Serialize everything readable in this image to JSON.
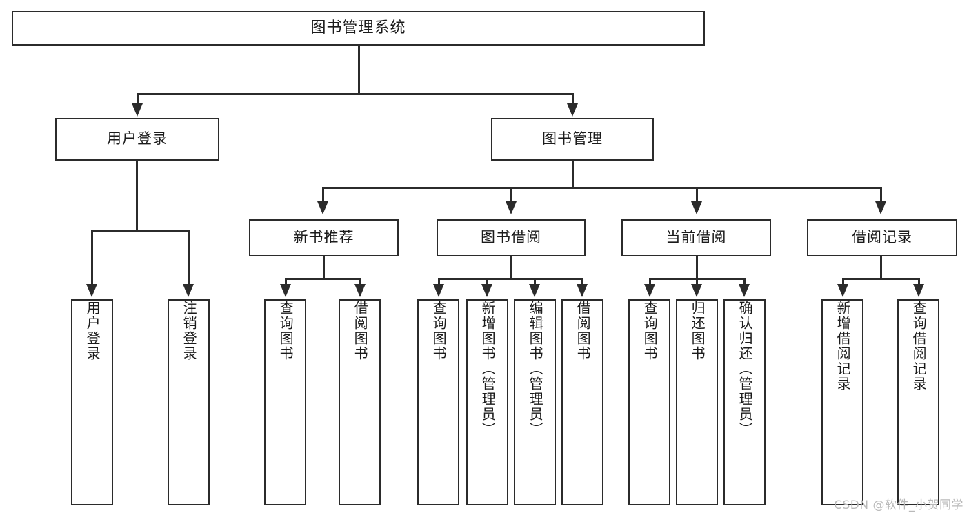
{
  "diagram": {
    "title": "图书管理系统",
    "type": "功能结构图",
    "root": {
      "label": "图书管理系统"
    },
    "level2": [
      {
        "label": "用户登录"
      },
      {
        "label": "图书管理"
      }
    ],
    "level3": [
      {
        "label": "新书推荐"
      },
      {
        "label": "图书借阅"
      },
      {
        "label": "当前借阅"
      },
      {
        "label": "借阅记录"
      }
    ],
    "leaves": {
      "user_login": [
        {
          "label": "用户登录"
        },
        {
          "label": "注销登录"
        }
      ],
      "new_book_recommend": [
        {
          "label": "查询图书"
        },
        {
          "label": "借阅图书"
        }
      ],
      "book_borrow": [
        {
          "label": "查询图书"
        },
        {
          "label": "新增图书（管理员）"
        },
        {
          "label": "编辑图书（管理员）"
        },
        {
          "label": "借阅图书"
        }
      ],
      "current_borrow": [
        {
          "label": "查询图书"
        },
        {
          "label": "归还图书"
        },
        {
          "label": "确认归还（管理员）"
        }
      ],
      "borrow_record": [
        {
          "label": "新增借阅记录"
        },
        {
          "label": "查询借阅记录"
        }
      ]
    }
  },
  "watermark": {
    "text": "CSDN @软件_小贺同学"
  },
  "colors": {
    "stroke": "#2b2b2b",
    "fill": "#ffffff",
    "text": "#1b1b1b",
    "watermark": "#b9b9b9"
  }
}
